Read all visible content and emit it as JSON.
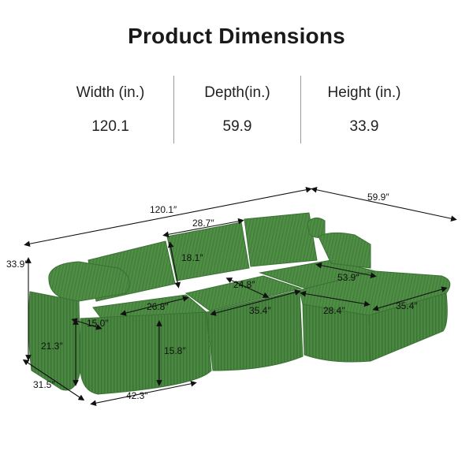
{
  "header": {
    "title": "Product Dimensions"
  },
  "summary": [
    {
      "label": "Width (in.)",
      "value": "120.1"
    },
    {
      "label": "Depth(in.)",
      "value": "59.9"
    },
    {
      "label": "Height (in.)",
      "value": "33.9"
    }
  ],
  "colors": {
    "sofa": "#4f8e45",
    "sofa_dark": "#3a7234",
    "sofa_light": "#6aa65d",
    "line": "#111111"
  },
  "dimensions": {
    "overall_width": "120.1″",
    "overall_depth": "59.9″",
    "overall_height": "33.9″",
    "back_cushion_width": "28.7″",
    "back_cushion_height": "18.1″",
    "seat_depth_mid": "24.8″",
    "seat_width_left": "26.8″",
    "seat_width_mid": "35.4″",
    "chaise_length": "53.9″",
    "ottoman_depth": "28.4″",
    "ottoman_width": "35.4″",
    "arm_width": "15.0″",
    "arm_height": "21.3″",
    "seat_height": "15.8″",
    "base_depth": "31.5″",
    "base_width": "42.3″"
  }
}
